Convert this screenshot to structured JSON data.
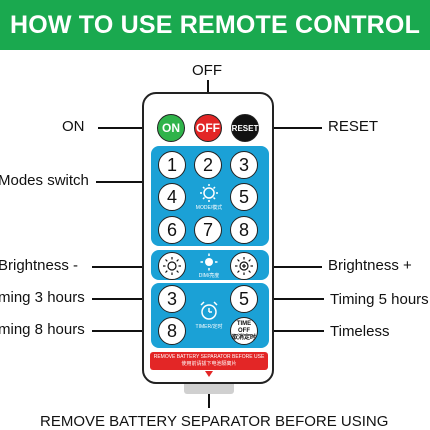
{
  "banner": {
    "title": "HOW TO USE REMOTE CONTROL"
  },
  "labels": {
    "off": "OFF",
    "on": "ON",
    "reset": "RESET",
    "modes_switch": "Modes switch",
    "brightness_minus": "Brightness -",
    "brightness_plus": "Brightness +",
    "timing_3": "ming 3 hours",
    "timing_5": "Timing 5 hours",
    "timing_8": "ming 8 hours",
    "timeless": "Timeless",
    "remove_separator": "REMOVE BATTERY SEPARATOR BEFORE USING"
  },
  "remote": {
    "power": {
      "on": "ON",
      "off": "OFF",
      "reset": "RESET"
    },
    "numbers": [
      "1",
      "2",
      "3",
      "4",
      "5",
      "6",
      "7",
      "8"
    ],
    "mode_caption": "MODE/模式",
    "dim_caption": "DIM/亮度",
    "timer": {
      "three": "3",
      "five": "5",
      "eight": "8",
      "caption": "TIMER/定时",
      "timeoff_line1": "TIME OFF",
      "timeoff_line2": "取消定时"
    },
    "strip_line1": "REMOVE BATTERY SEPARATOR BEFORE USE",
    "strip_line2": "使用前请拔下电池隔离片"
  },
  "colors": {
    "banner": "#1aa94f",
    "panel": "#1ba1d6",
    "on": "#2fb34a",
    "off": "#e32626",
    "reset": "#111111"
  }
}
